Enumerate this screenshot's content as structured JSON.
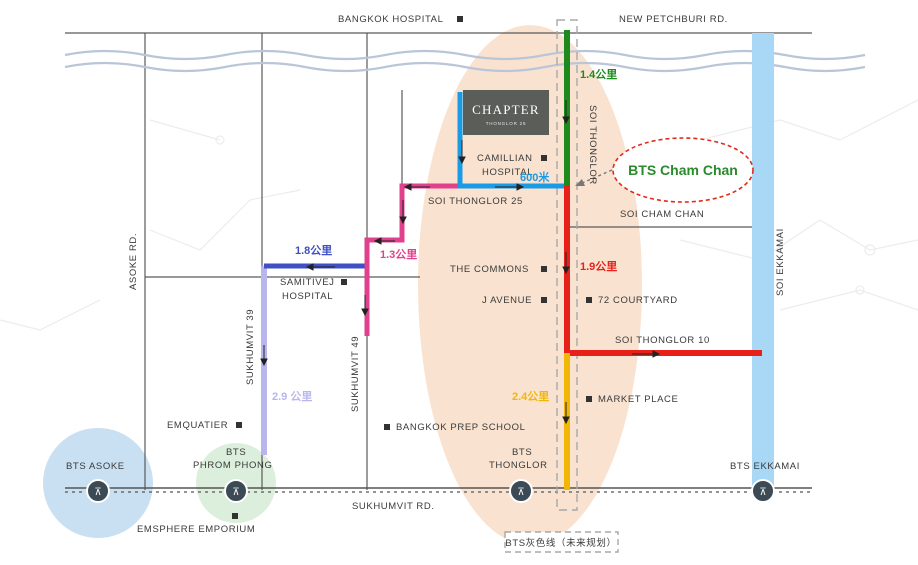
{
  "roads": {
    "top": {
      "bangkok_hospital": "BANGKOK HOSPITAL",
      "new_petchburi": "NEW PETCHBURI RD."
    },
    "sukhumvit": "SUKHUMVIT RD.",
    "asoke": "ASOKE RD.",
    "sukhumvit_39": "SUKHUMVIT 39",
    "sukhumvit_49": "SUKHUMVIT 49",
    "soi_thonglor": "SOI THONGLOR",
    "soi_thonglor_25": "SOI THONGLOR 25",
    "soi_cham_chan": "SOI CHAM CHAN",
    "soi_thonglor_10": "SOI THONGLOR 10",
    "soi_ekkamai": "SOI EKKAMAI"
  },
  "landmarks": {
    "camillian_line1": "CAMILLIAN",
    "camillian_line2": "HOSPITAL",
    "the_commons": "THE COMMONS",
    "j_avenue": "J AVENUE",
    "courtyard": "72 COURTYARD",
    "market_place": "MARKET PLACE",
    "bangkok_prep": "BANGKOK PREP SCHOOL",
    "samitivej_line1": "SAMITIVEJ",
    "samitivej_line2": "HOSPITAL",
    "emquatier": "EMQUATIER",
    "emsphere": "EMSPHERE EMPORIUM"
  },
  "stations": {
    "asoke": "BTS ASOKE",
    "phrom_phong_line1": "BTS",
    "phrom_phong_line2": "PHROM PHONG",
    "thonglor_line1": "BTS",
    "thonglor_line2": "THONGLOR",
    "ekkamai": "BTS EKKAMAI",
    "cham_chan": "BTS Cham Chan",
    "grey_line": "BTS灰色线（未来规划）"
  },
  "project": {
    "name": "CHAPTER",
    "sub": "THONGLOR 25"
  },
  "distances": {
    "d600": "600米",
    "d14": "1.4公里",
    "d19": "1.9公里",
    "d24": "2.4公里",
    "d13": "1.3公里",
    "d18": "1.8公里",
    "d29": "2.9 公里"
  },
  "colors": {
    "blue_route": "#1a9be6",
    "green_route": "#1e8a1e",
    "red_route": "#e8201a",
    "yellow_route": "#f2b705",
    "pink_route": "#e0408c",
    "navy_route": "#3f4fc4",
    "lavender_route": "#b9b6ee",
    "ekkamai_route": "#a8d8f5",
    "highlight_zone": "#f9e3d0",
    "chapter_box": "#5a5d58",
    "river": "#b9c6d8"
  }
}
